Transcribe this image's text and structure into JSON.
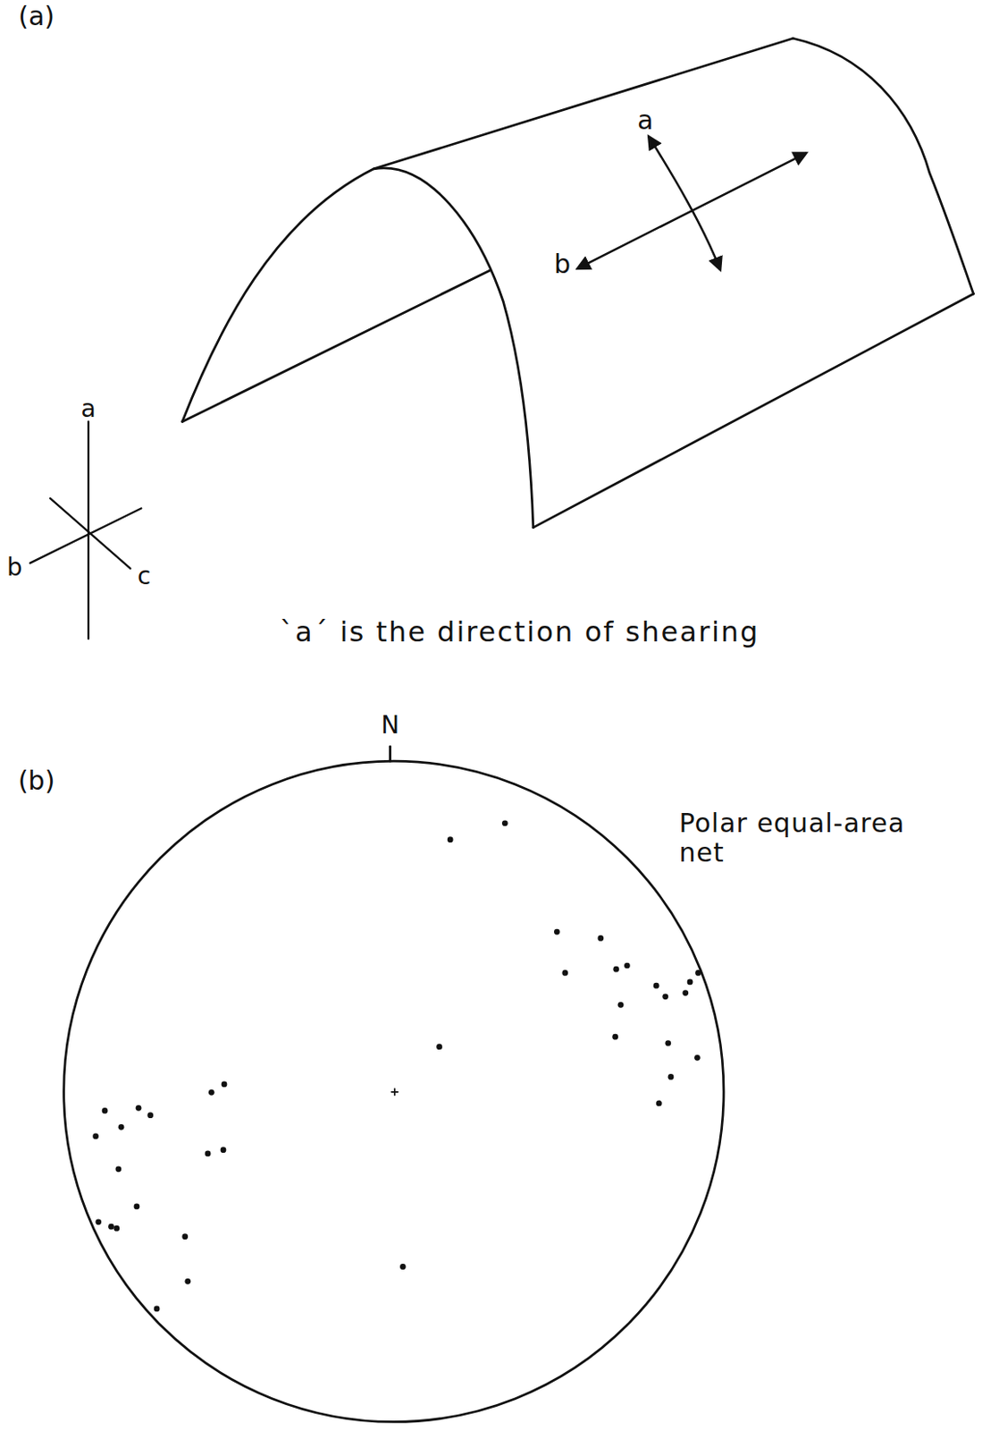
{
  "diagram": {
    "labels": [
      "(a)",
      "a",
      "b",
      "a",
      "b",
      "c",
      "`a´ is the direction of shearing",
      "N",
      "(b)",
      "Polar equal-area net"
    ]
  }
}
